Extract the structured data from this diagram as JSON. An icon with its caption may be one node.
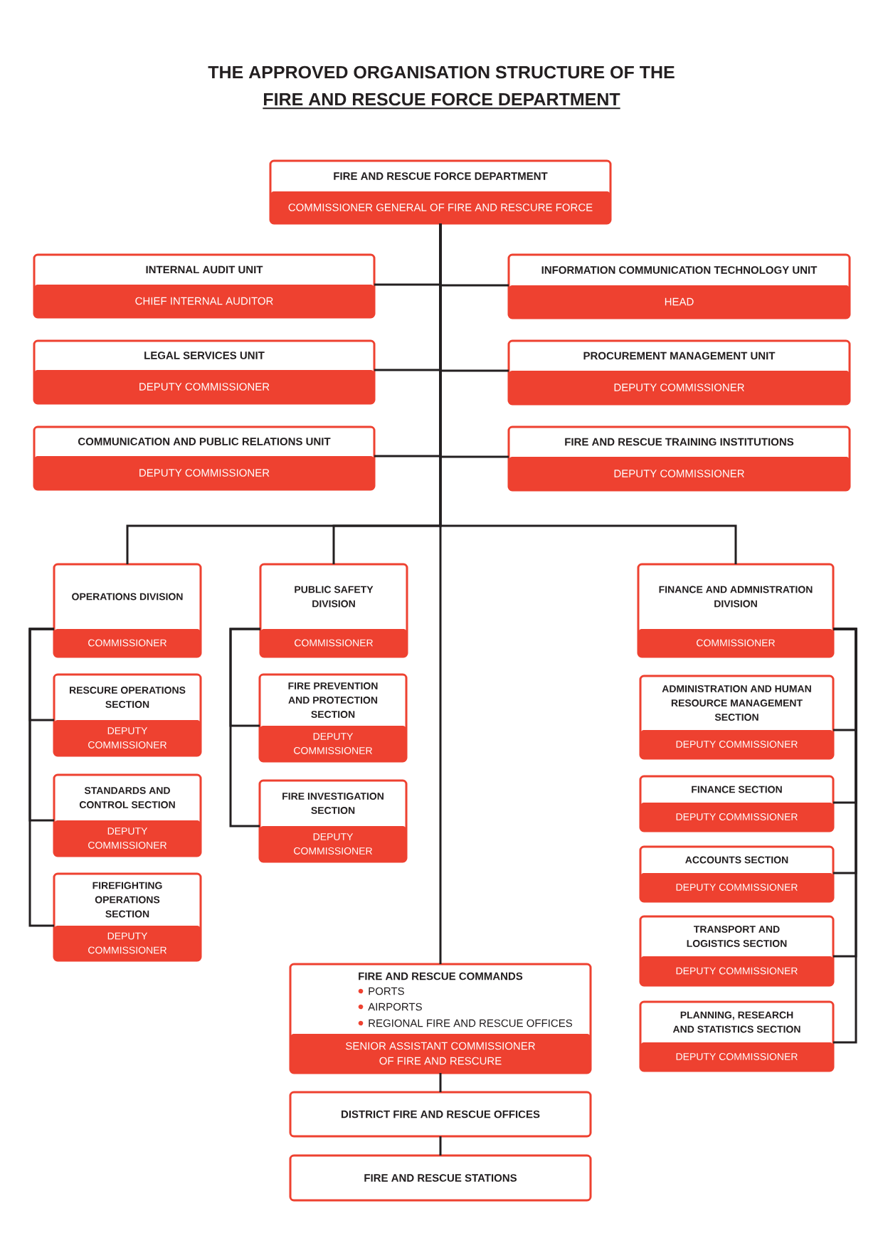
{
  "diagram": {
    "title": "THE APPROVED ORGANISATION STRUCTURE OF THE FIRE AND RESCUE FORCE DEPARTMENT",
    "nodes": [
      {
        "text": [
          "FIRE AND RESCUE FORCE DEPARTMENT",
          "COMMISSIONER GENERAL OF FIRE AND RESCURE FORCE"
        ]
      },
      {
        "text": [
          "INTERNAL AUDIT UNIT",
          "CHIEF INTERNAL AUDITOR"
        ]
      },
      {
        "text": [
          "INFORMATION COMMUNICATION TECHNOLOGY UNIT",
          "HEAD"
        ]
      },
      {
        "text": [
          "LEGAL SERVICES UNIT",
          "DEPUTY COMMISSIONER"
        ]
      },
      {
        "text": [
          "PROCUREMENT MANAGEMENT UNIT",
          "DEPUTY COMMISSIONER"
        ]
      },
      {
        "text": [
          "COMMUNICATION AND PUBLIC RELATIONS UNIT",
          "DEPUTY COMMISSIONER"
        ]
      },
      {
        "text": [
          "FIRE AND RESCUE TRAINING INSTITUTIONS",
          "DEPUTY COMMISSIONER"
        ]
      },
      {
        "text": [
          "OPERATIONS DIVISION",
          "COMMISSIONER"
        ]
      },
      {
        "text": [
          "PUBLIC SAFETY DIVISION",
          "COMMISSIONER"
        ]
      },
      {
        "text": [
          "FINANCE AND ADMNISTRATION DIVISION",
          "COMMISSIONER"
        ]
      },
      {
        "text": [
          "RESCURE OPERATIONS SECTION",
          "DEPUTY COMMISSIONER"
        ]
      },
      {
        "text": [
          "STANDARDS AND CONTROL SECTION",
          "DEPUTY COMMISSIONER"
        ]
      },
      {
        "text": [
          "FIREFIGHTING OPERATIONS SECTION",
          "DEPUTY COMMISSIONER"
        ]
      },
      {
        "text": [
          "FIRE PREVENTION AND PROTECTION SECTION",
          "DEPUTY COMMISSIONER"
        ]
      },
      {
        "text": [
          "FIRE INVESTIGATION SECTION",
          "DEPUTY COMMISSIONER"
        ]
      },
      {
        "text": [
          "ADMINISTRATION AND HUMAN RESOURCE MANAGEMENT SECTION",
          "DEPUTY COMMISSIONER"
        ]
      },
      {
        "text": [
          "FINANCE SECTION",
          "DEPUTY COMMISSIONER"
        ]
      },
      {
        "text": [
          "ACCOUNTS SECTION",
          "DEPUTY COMMISSIONER"
        ]
      },
      {
        "text": [
          "TRANSPORT AND LOGISTICS SECTION",
          "DEPUTY COMMISSIONER"
        ]
      },
      {
        "text": [
          "PLANNING, RESEARCH AND STATISTICS SECTION",
          "DEPUTY COMMISSIONER"
        ]
      },
      {
        "text": [
          "FIRE AND RESCUE COMMANDS",
          "PORTS",
          "AIRPORTS",
          "REGIONAL FIRE AND RESCUE OFFICES",
          "SENIOR ASSISTANT COMMISSIONER OF FIRE AND RESCURE"
        ]
      },
      {
        "text": [
          "DISTRICT FIRE AND RESCUE OFFICES"
        ]
      },
      {
        "text": [
          "FIRE AND RESCUE STATIONS"
        ]
      }
    ],
    "edges": [
      {
        "from": 0,
        "to": 1,
        "arrow": "none"
      },
      {
        "from": 0,
        "to": 2,
        "arrow": "none"
      },
      {
        "from": 0,
        "to": 3,
        "arrow": "none"
      },
      {
        "from": 0,
        "to": 4,
        "arrow": "none"
      },
      {
        "from": 0,
        "to": 5,
        "arrow": "none"
      },
      {
        "from": 0,
        "to": 6,
        "arrow": "none"
      },
      {
        "from": 0,
        "to": 7,
        "arrow": "none"
      },
      {
        "from": 0,
        "to": 8,
        "arrow": "none"
      },
      {
        "from": 0,
        "to": 9,
        "arrow": "none"
      },
      {
        "from": 0,
        "to": 20,
        "arrow": "none"
      },
      {
        "from": 7,
        "to": 10,
        "arrow": "none"
      },
      {
        "from": 7,
        "to": 11,
        "arrow": "none"
      },
      {
        "from": 7,
        "to": 12,
        "arrow": "none"
      },
      {
        "from": 8,
        "to": 13,
        "arrow": "none"
      },
      {
        "from": 8,
        "to": 14,
        "arrow": "none"
      },
      {
        "from": 9,
        "to": 15,
        "arrow": "none"
      },
      {
        "from": 9,
        "to": 16,
        "arrow": "none"
      },
      {
        "from": 9,
        "to": 17,
        "arrow": "none"
      },
      {
        "from": 9,
        "to": 18,
        "arrow": "none"
      },
      {
        "from": 9,
        "to": 19,
        "arrow": "none"
      },
      {
        "from": 20,
        "to": 21,
        "arrow": "none"
      },
      {
        "from": 21,
        "to": 22,
        "arrow": "none"
      }
    ]
  }
}
